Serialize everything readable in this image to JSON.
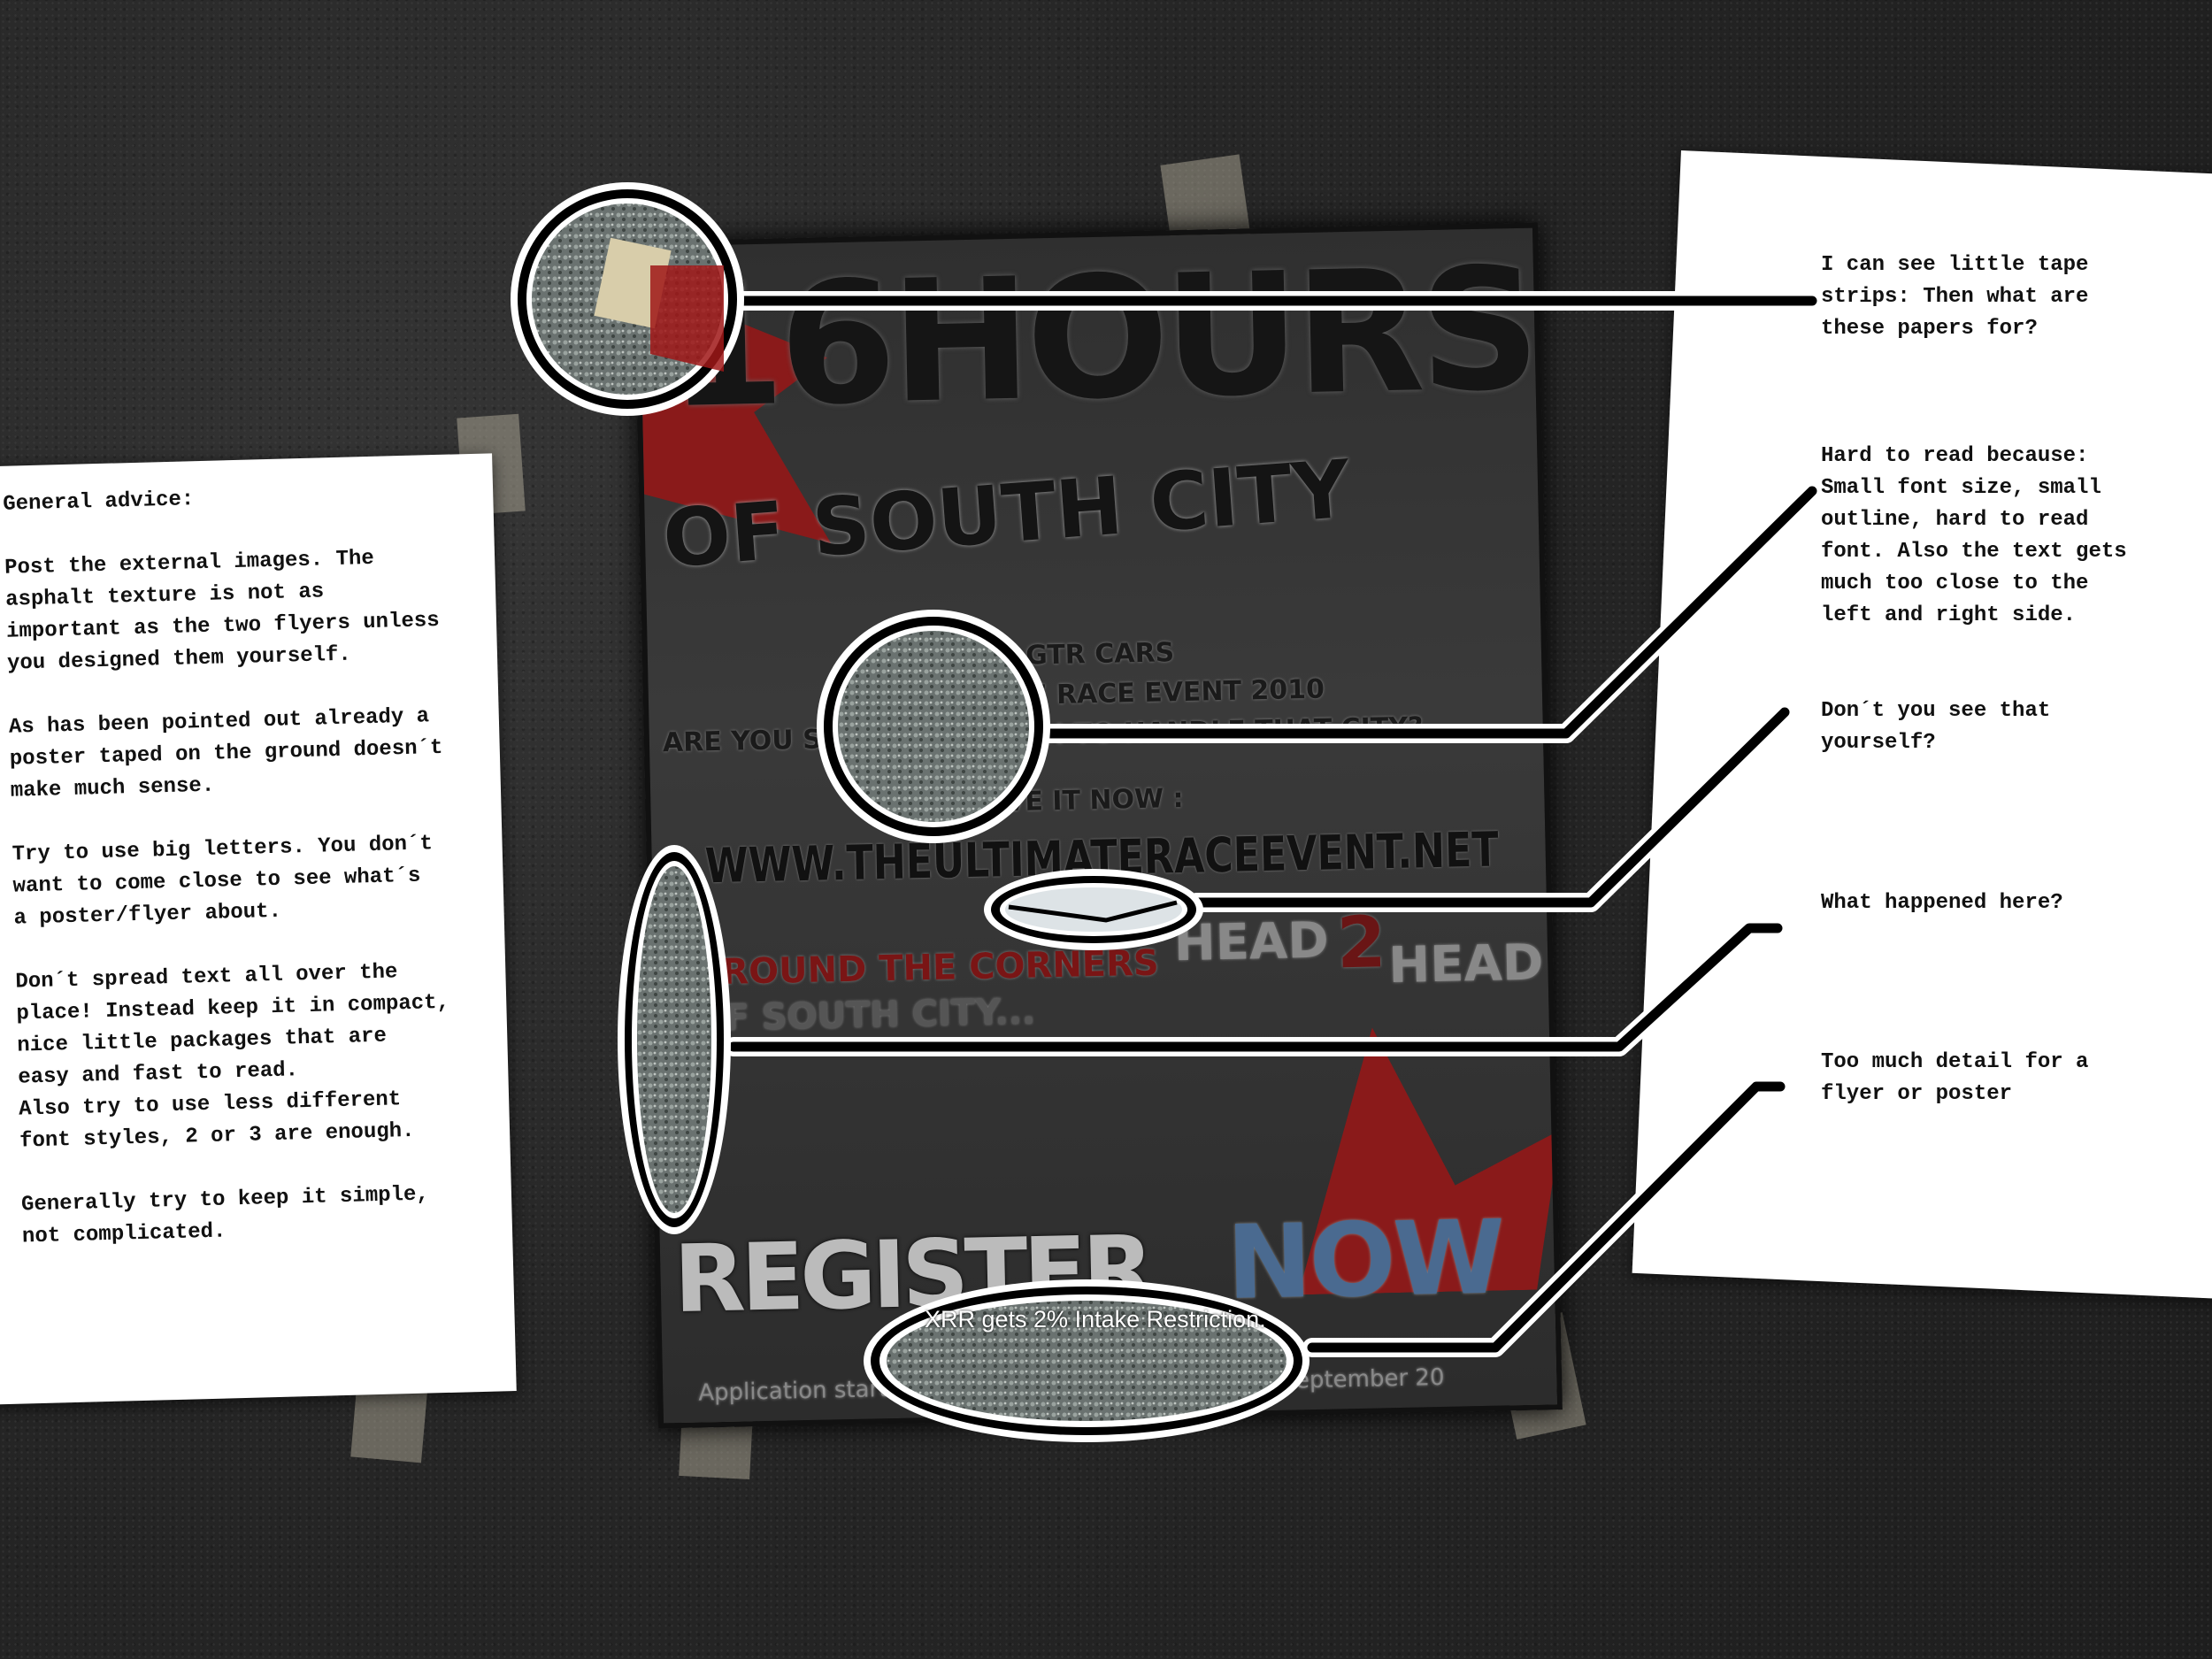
{
  "left_note": {
    "paragraphs": [
      "General advice:",
      "Post the external images. The\nasphalt texture is not as\nimportant as the two flyers unless\nyou designed them yourself.",
      "As has been pointed out already a\nposter taped on the ground doesn´t\nmake much sense.",
      "Try to use big letters. You don´t\nwant to come close to see what´s\na poster/flyer about.",
      "Don´t spread text all over the\nplace! Instead keep it in compact,\nnice little packages that are\neasy and fast to read.\nAlso try to use less different\nfont styles, 2 or 3 are enough.",
      "Generally try to keep it simple,\nnot complicated."
    ]
  },
  "right_note": {
    "comments": [
      "I can see little tape\nstrips: Then what are\nthese papers for?",
      "Hard to read because:\nSmall font size, small\noutline, hard to read\nfont. Also the text gets\nmuch too close to the\nleft and right side.",
      "Don´t you see that\nyourself?",
      "What happened here?",
      "Too much detail for a\nflyer or poster"
    ]
  },
  "poster": {
    "title": "16HOURS",
    "subtitle": "OF SOUTH CITY",
    "line1": "ONLY GTR CARS",
    "line2": "THE ULTIAMTE RACE EVENT 2010",
    "line3": "ARE YOU STRONG ENOUGH TO HANDLE THAT CITY?",
    "line4": "PROVE IT NOW :",
    "url": "WWW.THEULTIMATERACEEVENT.NET",
    "corners_1": "AROUND THE CORNERS",
    "corners_2": "OF SOUTH CITY...",
    "head2head_a": "HEAD",
    "head2head_b": "2",
    "head2head_c": "HEAD",
    "register": "REGISTER",
    "now": "NOW",
    "application": "Application starts 30.August and Ending at the 20 September 20",
    "restriction": "XRR gets 2% Intake Restriction."
  },
  "colors": {
    "accent_red": "#8a1a1a",
    "now_blue": "#4a6a90",
    "callout_line": "#000000",
    "callout_outline": "#ffffff"
  }
}
